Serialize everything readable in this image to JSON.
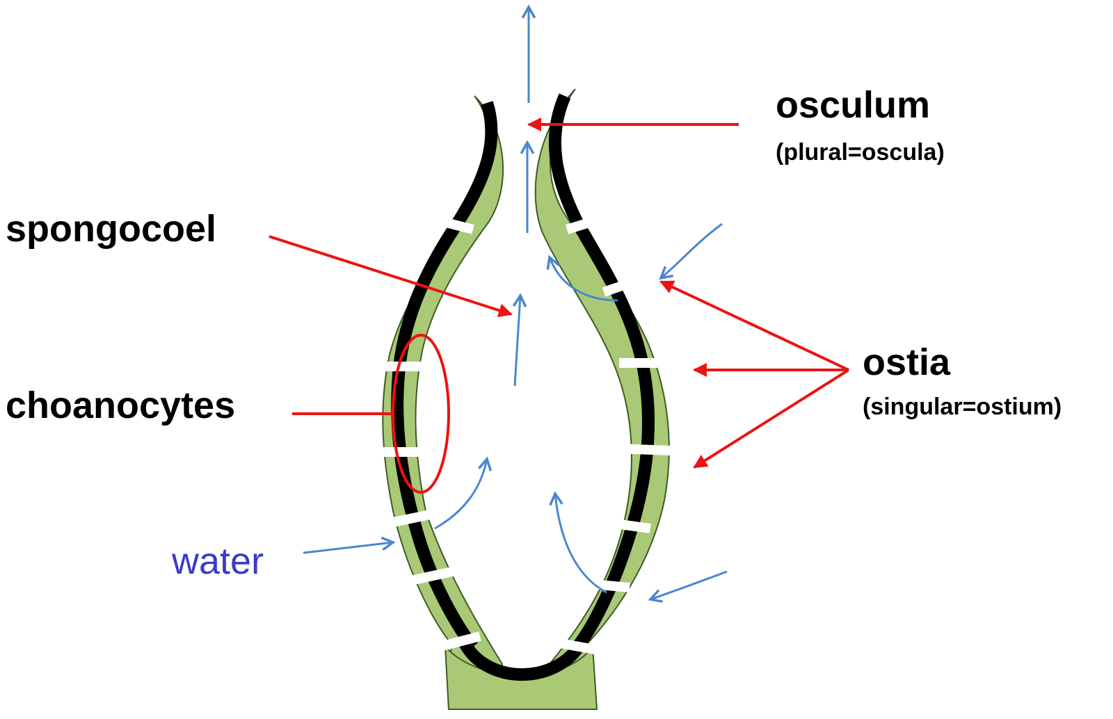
{
  "labels": {
    "osculum": "osculum",
    "osculum_note": "(plural=oscula)",
    "spongocoel": "spongocoel",
    "ostia": "ostia",
    "ostia_note": "(singular=ostium)",
    "choanocytes": "choanocytes",
    "water": "water"
  },
  "colors": {
    "label_text": "#000000",
    "water_text": "#3a3acc",
    "pointer": "#ee1111",
    "water_flow": "#4a86cf",
    "wall_fill": "#a9c976",
    "wall_stroke": "#3d5a28",
    "choanocyte_layer": "#000000"
  }
}
